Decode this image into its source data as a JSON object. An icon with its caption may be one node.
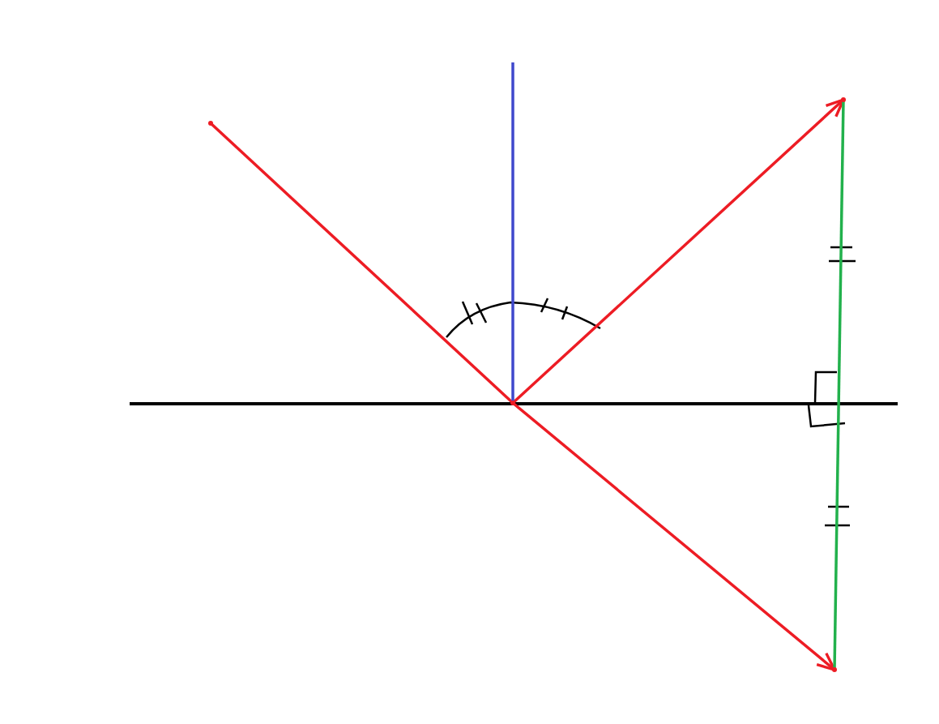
{
  "diagram": {
    "nodes": [
      {
        "text": [],
        "shape": "point"
      },
      {
        "text": [],
        "shape": "point"
      },
      {
        "text": [],
        "shape": "point"
      },
      {
        "text": [],
        "shape": "point"
      }
    ],
    "edges": [
      {
        "from": 0,
        "to": 1,
        "arrow": "none"
      },
      {
        "from": 1,
        "to": 2,
        "arrow": "to"
      },
      {
        "from": 1,
        "to": 3,
        "arrow": "to"
      },
      {
        "from": 3,
        "to": 2,
        "arrow": "none",
        "color": "#22b14c"
      },
      {
        "from": 1,
        "to": null,
        "arrow": "none",
        "color": "#3f48cc"
      }
    ]
  }
}
